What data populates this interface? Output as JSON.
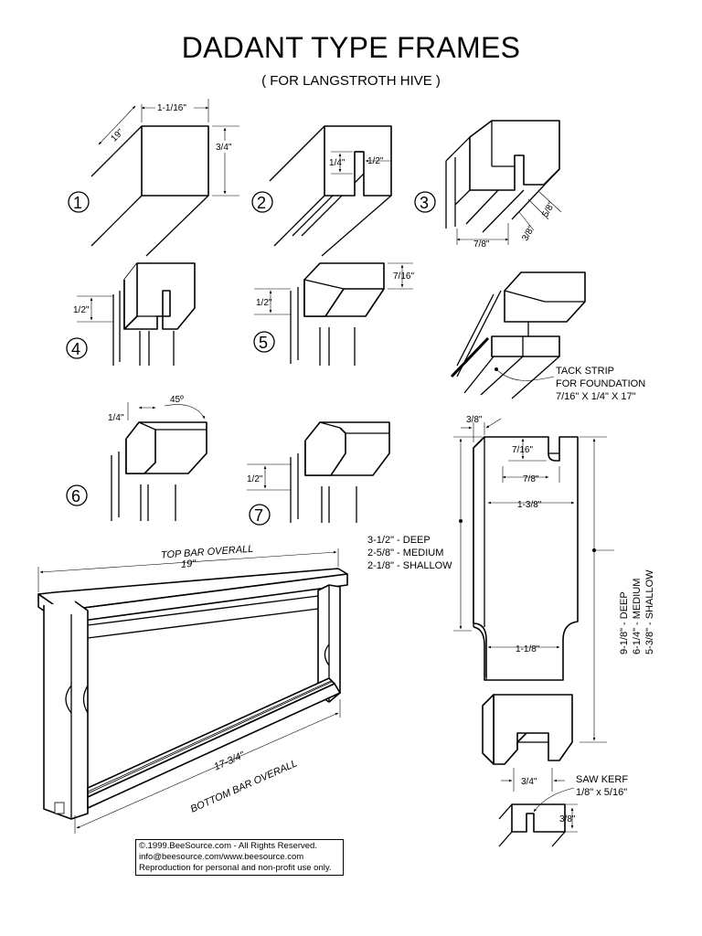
{
  "title": "DADANT TYPE FRAMES",
  "subtitle": "( FOR LANGSTROTH HIVE )",
  "profiles": {
    "p1": {
      "number": "1",
      "width": "1-1/16\"",
      "height": "3/4\"",
      "length": "19\""
    },
    "p2": {
      "number": "2",
      "groove_depth": "1/4\"",
      "groove_offset": "1/2\""
    },
    "p3": {
      "number": "3",
      "width": "7/8\"",
      "dim_a": "3/8\"",
      "dim_b": "5/8\""
    },
    "p4": {
      "number": "4",
      "height": "1/2\""
    },
    "p5": {
      "number": "5",
      "height": "1/2\"",
      "top": "7/16\""
    },
    "p6": {
      "number": "6",
      "bevel_width": "1/4\"",
      "angle": "45º"
    },
    "p7": {
      "number": "7",
      "height": "1/2\""
    }
  },
  "tack_strip": {
    "line1": "TACK STRIP",
    "line2": "FOR FOUNDATION",
    "line3": "7/16\" X 1/4\" X 17\""
  },
  "frame": {
    "top_bar_label": "TOP BAR OVERALL",
    "top_bar_length": "19\"",
    "bottom_bar_label": "BOTTOM BAR OVERALL",
    "bottom_bar_length": "17-3/4\""
  },
  "end_bar": {
    "top_offset": "3/8\"",
    "notch_depth": "7/16\"",
    "notch_width": "7/8\"",
    "upper_width": "1-3/8\"",
    "lower_width": "1-1/8\"",
    "upper_lengths": [
      "3-1/2\" - DEEP",
      "2-5/8\" - MEDIUM",
      "2-1/8\" - SHALLOW"
    ],
    "total_lengths": [
      "9-1/8\" - DEEP",
      "6-1/4\" - MEDIUM",
      "5-3/8\" - SHALLOW"
    ]
  },
  "bottom_bar": {
    "width": "3/4\"",
    "saw_kerf_label": "SAW KERF",
    "saw_kerf_size": "1/8\" x 5/16\"",
    "kerf_depth": "3/8\""
  },
  "copyright": {
    "line1": "©.1999.BeeSource.com - All Rights Reserved.",
    "line2": "info@beesource.com/www.beesource.com",
    "line3": "Reproduction for personal and non-profit use only."
  }
}
